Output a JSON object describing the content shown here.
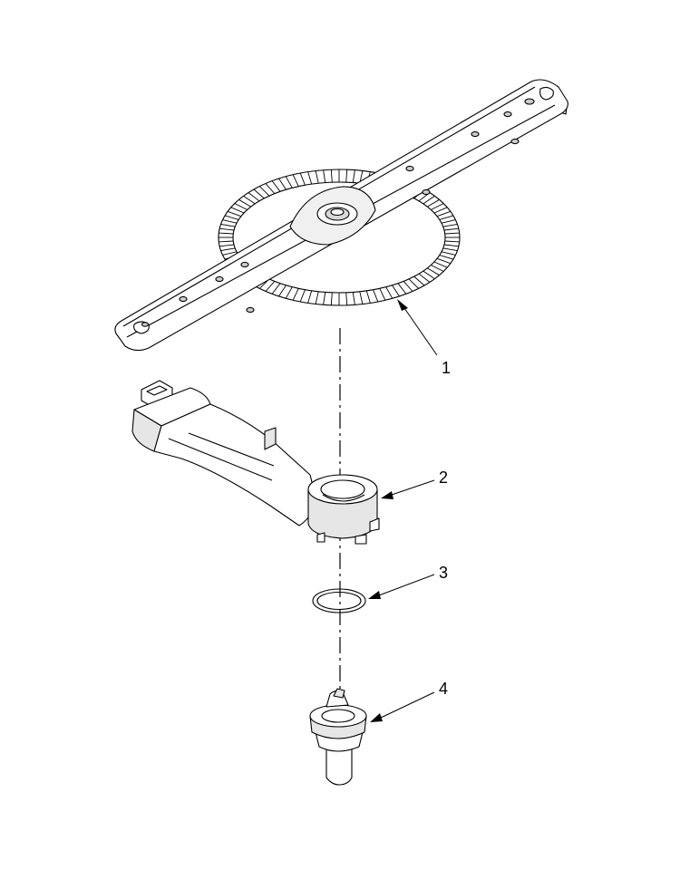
{
  "diagram": {
    "parts": [
      {
        "id": "spray-arm",
        "callout": "1"
      },
      {
        "id": "spray-arm-manifold",
        "callout": "2"
      },
      {
        "id": "o-ring",
        "callout": "3"
      },
      {
        "id": "bearing-nut",
        "callout": "4"
      }
    ]
  },
  "colors": {
    "line": "#000000",
    "fill": "#ffffff",
    "shade": "#e6e6e6",
    "background": "#ffffff"
  }
}
